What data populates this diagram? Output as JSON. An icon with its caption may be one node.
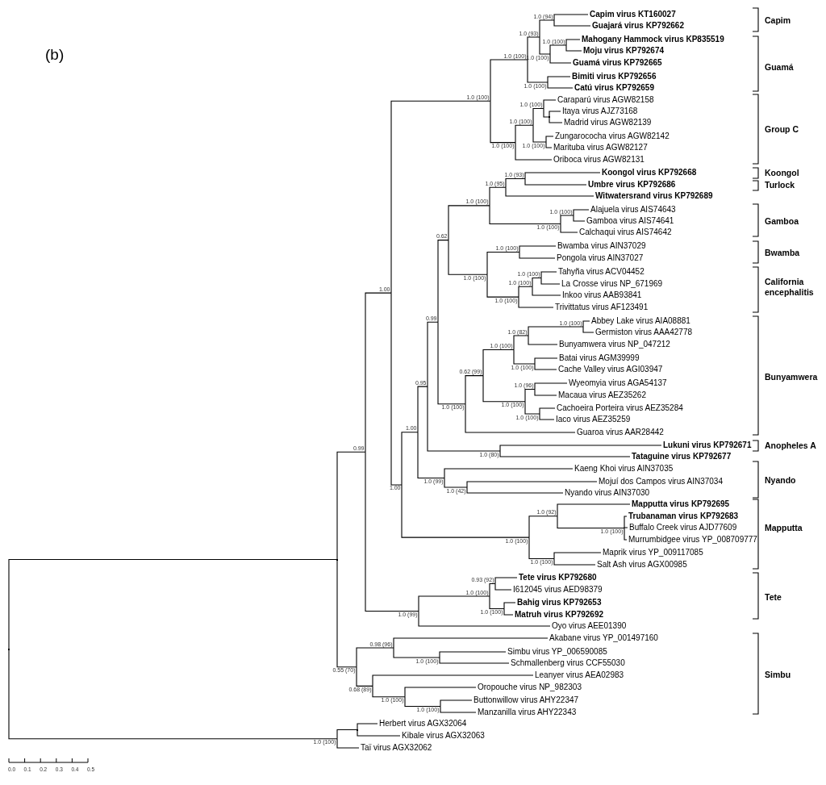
{
  "diagram": {
    "nodes": [
      {
        "text": [],
        "shape": "point"
      },
      {
        "text": [],
        "shape": "point"
      },
      {
        "text": [
          "0.99"
        ]
      },
      {
        "text": [
          "1.00"
        ]
      },
      {
        "text": [
          "1.0 (100)"
        ]
      },
      {
        "text": [
          "1.0 (100)"
        ]
      },
      {
        "text": [
          "1.0 (93)"
        ]
      },
      {
        "text": [
          "1.0 (94)"
        ]
      },
      {
        "text": [
          "**Capim virus KT160027**"
        ]
      },
      {
        "text": [
          "**Guajará virus KP792662**"
        ]
      },
      {
        "text": [
          "1.0 (100)"
        ]
      },
      {
        "text": [
          "1.0 (100)"
        ]
      },
      {
        "text": [
          "**Mahogany Hammock virus KP835519**"
        ]
      },
      {
        "text": [
          "**Moju virus KP792674**"
        ]
      },
      {
        "text": [
          "**Guamá virus KP792665**"
        ]
      },
      {
        "text": [
          "1.0 (100)"
        ]
      },
      {
        "text": [
          "**Bimiti virus KP792656**"
        ]
      },
      {
        "text": [
          "**Catú virus KP792659**"
        ]
      },
      {
        "text": [
          "1.0 (100)"
        ]
      },
      {
        "text": [
          "1.0 (100)"
        ]
      },
      {
        "text": [
          "1.0 (100)"
        ]
      },
      {
        "text": [
          "Caraparú virus AGW82158"
        ]
      },
      {
        "text": [],
        "shape": "point"
      },
      {
        "text": [
          "Itaya virus AJZ73168"
        ]
      },
      {
        "text": [
          "Madrid virus AGW82139"
        ]
      },
      {
        "text": [
          "1.0 (100)"
        ]
      },
      {
        "text": [
          "Zungarococha virus AGW82142"
        ]
      },
      {
        "text": [
          "Marituba virus AGW82127"
        ]
      },
      {
        "text": [
          "Oriboca virus AGW82131"
        ]
      },
      {
        "text": [
          "1.00"
        ]
      },
      {
        "text": [
          "1.00"
        ]
      },
      {
        "text": [
          "0.95"
        ]
      },
      {
        "text": [
          "0.99"
        ]
      },
      {
        "text": [
          "0.62"
        ]
      },
      {
        "text": [
          "1.0 (100)"
        ]
      },
      {
        "text": [
          "1.0 (95)"
        ]
      },
      {
        "text": [
          "1.0 (93)"
        ]
      },
      {
        "text": [
          "**Koongol virus KP792668**"
        ]
      },
      {
        "text": [
          "**Umbre virus KP792686**"
        ]
      },
      {
        "text": [
          "**Witwatersrand virus KP792689**"
        ]
      },
      {
        "text": [
          "1.0 (100)"
        ]
      },
      {
        "text": [
          "1.0 (100)"
        ]
      },
      {
        "text": [
          "Alajuela virus AIS74643"
        ]
      },
      {
        "text": [
          "Gamboa virus AIS74641"
        ]
      },
      {
        "text": [
          "Calchaqui virus AIS74642"
        ]
      },
      {
        "text": [
          "1.0 (100)"
        ]
      },
      {
        "text": [
          "1.0 (100)"
        ]
      },
      {
        "text": [
          "Bwamba virus AIN37029"
        ]
      },
      {
        "text": [
          "Pongola virus AIN37027"
        ]
      },
      {
        "text": [
          "1.0 (100)"
        ]
      },
      {
        "text": [
          "1.0 (100)"
        ]
      },
      {
        "text": [
          "1.0 (100)"
        ]
      },
      {
        "text": [
          "Tahyña virus ACV04452"
        ]
      },
      {
        "text": [
          "La Crosse virus NP_671969"
        ]
      },
      {
        "text": [
          "Inkoo virus AAB93841"
        ]
      },
      {
        "text": [
          "Trivittatus virus AF123491"
        ]
      },
      {
        "text": [
          "1.0 (100)"
        ]
      },
      {
        "text": [
          "0.62 (99)"
        ]
      },
      {
        "text": [
          "1.0 (100)"
        ]
      },
      {
        "text": [
          "1.0 (82)"
        ]
      },
      {
        "text": [
          "1.0 (100)"
        ]
      },
      {
        "text": [
          "Abbey Lake virus AIA08881"
        ]
      },
      {
        "text": [
          "Germiston virus AAA42778"
        ]
      },
      {
        "text": [
          "Bunyamwera virus NP_047212"
        ]
      },
      {
        "text": [
          "1.0 (100)"
        ]
      },
      {
        "text": [
          "Batai virus AGM39999"
        ]
      },
      {
        "text": [
          "Cache Valley virus AGI03947"
        ]
      },
      {
        "text": [
          "1.0 (100)"
        ]
      },
      {
        "text": [
          "1.0 (96)"
        ]
      },
      {
        "text": [
          "Wyeomyia virus AGA54137"
        ]
      },
      {
        "text": [
          "Macaua virus AEZ35262"
        ]
      },
      {
        "text": [
          "1.0 (100)"
        ]
      },
      {
        "text": [
          "Cachoeira Porteira virus AEZ35284"
        ]
      },
      {
        "text": [
          "Iaco virus AEZ35259"
        ]
      },
      {
        "text": [
          "Guaroa virus AAR28442"
        ]
      },
      {
        "text": [
          "1.0 (80)"
        ]
      },
      {
        "text": [
          "**Lukuni virus KP792671**"
        ]
      },
      {
        "text": [
          "**Tataguine virus KP792677**"
        ]
      },
      {
        "text": [
          "1.0 (99)"
        ]
      },
      {
        "text": [
          "Kaeng Khoi virus AIN37035"
        ]
      },
      {
        "text": [
          "1.0 (42)"
        ]
      },
      {
        "text": [
          "Mojuí dos Campos virus AIN37034"
        ]
      },
      {
        "text": [
          "Nyando virus AIN37030"
        ]
      },
      {
        "text": [
          "1.0 (100)"
        ]
      },
      {
        "text": [
          "1.0 (92)"
        ]
      },
      {
        "text": [
          "**Mapputta virus KP792695**"
        ]
      },
      {
        "text": [
          "1.0 (100)"
        ]
      },
      {
        "text": [
          "**Trubanaman virus KP792683**"
        ]
      },
      {
        "text": [
          "Buffalo Creek virus AJD77609"
        ]
      },
      {
        "text": [
          "Murrumbidgee virus YP_008709777"
        ]
      },
      {
        "text": [
          "1.0 (100)"
        ]
      },
      {
        "text": [
          "Maprik virus YP_009117085"
        ]
      },
      {
        "text": [
          "Salt Ash virus AGX00985"
        ]
      },
      {
        "text": [
          "1.0 (99)"
        ]
      },
      {
        "text": [
          "1.0 (100)"
        ]
      },
      {
        "text": [
          "0.93 (92)"
        ]
      },
      {
        "text": [
          "**Tete virus KP792680**"
        ]
      },
      {
        "text": [
          "I612045 virus AED98379"
        ]
      },
      {
        "text": [
          "1.0 (100)"
        ]
      },
      {
        "text": [
          "**Bahig virus KP792653**"
        ]
      },
      {
        "text": [
          "**Matruh virus KP792692**"
        ]
      },
      {
        "text": [
          "Oyo virus AEE01390"
        ]
      },
      {
        "text": [
          "0.55 (70)"
        ]
      },
      {
        "text": [
          "0.98 (96)"
        ]
      },
      {
        "text": [
          "Akabane virus YP_001497160"
        ]
      },
      {
        "text": [
          "1.0 (100)"
        ]
      },
      {
        "text": [
          "Simbu virus YP_006590085"
        ]
      },
      {
        "text": [
          "Schmallenberg virus CCF55030"
        ]
      },
      {
        "text": [
          "0.68 (89)"
        ]
      },
      {
        "text": [
          "Leanyer virus AEA02983"
        ]
      },
      {
        "text": [
          "1.0 (100)"
        ]
      },
      {
        "text": [
          "Oropouche virus NP_982303"
        ]
      },
      {
        "text": [
          "1.0 (100)"
        ]
      },
      {
        "text": [
          "Buttonwillow virus AHY22347"
        ]
      },
      {
        "text": [
          "Manzanilla virus AHY22343"
        ]
      },
      {
        "text": [
          "1.0 (100)"
        ]
      },
      {
        "text": [],
        "shape": "point"
      },
      {
        "text": [
          "Herbert virus AGX32064"
        ]
      },
      {
        "text": [
          "Kibale virus AGX32063"
        ]
      },
      {
        "text": [
          "Taï virus AGX32062"
        ]
      }
    ],
    "edges": [
      {
        "from": 0,
        "to": 1,
        "arrow": "none"
      },
      {
        "from": 0,
        "to": 115,
        "arrow": "none"
      },
      {
        "from": 1,
        "to": 2,
        "arrow": "none"
      },
      {
        "from": 1,
        "to": 102,
        "arrow": "none"
      },
      {
        "from": 2,
        "to": 3,
        "arrow": "none"
      },
      {
        "from": 2,
        "to": 93,
        "arrow": "none"
      },
      {
        "from": 3,
        "to": 4,
        "arrow": "none"
      },
      {
        "from": 3,
        "to": 29,
        "arrow": "none"
      },
      {
        "from": 4,
        "to": 5,
        "arrow": "none"
      },
      {
        "from": 4,
        "to": 18,
        "arrow": "none"
      },
      {
        "from": 5,
        "to": 6,
        "arrow": "none"
      },
      {
        "from": 5,
        "to": 15,
        "arrow": "none"
      },
      {
        "from": 6,
        "to": 7,
        "arrow": "none"
      },
      {
        "from": 6,
        "to": 10,
        "arrow": "none"
      },
      {
        "from": 7,
        "to": 8,
        "arrow": "none"
      },
      {
        "from": 7,
        "to": 9,
        "arrow": "none"
      },
      {
        "from": 10,
        "to": 11,
        "arrow": "none"
      },
      {
        "from": 10,
        "to": 14,
        "arrow": "none"
      },
      {
        "from": 11,
        "to": 12,
        "arrow": "none"
      },
      {
        "from": 11,
        "to": 13,
        "arrow": "none"
      },
      {
        "from": 15,
        "to": 16,
        "arrow": "none"
      },
      {
        "from": 15,
        "to": 17,
        "arrow": "none"
      },
      {
        "from": 18,
        "to": 19,
        "arrow": "none"
      },
      {
        "from": 18,
        "to": 28,
        "arrow": "none"
      },
      {
        "from": 19,
        "to": 20,
        "arrow": "none"
      },
      {
        "from": 19,
        "to": 25,
        "arrow": "none"
      },
      {
        "from": 20,
        "to": 21,
        "arrow": "none"
      },
      {
        "from": 20,
        "to": 22,
        "arrow": "none"
      },
      {
        "from": 22,
        "to": 23,
        "arrow": "none"
      },
      {
        "from": 22,
        "to": 24,
        "arrow": "none"
      },
      {
        "from": 25,
        "to": 26,
        "arrow": "none"
      },
      {
        "from": 25,
        "to": 27,
        "arrow": "none"
      },
      {
        "from": 29,
        "to": 30,
        "arrow": "none"
      },
      {
        "from": 29,
        "to": 83,
        "arrow": "none"
      },
      {
        "from": 30,
        "to": 31,
        "arrow": "none"
      },
      {
        "from": 30,
        "to": 78,
        "arrow": "none"
      },
      {
        "from": 31,
        "to": 32,
        "arrow": "none"
      },
      {
        "from": 31,
        "to": 75,
        "arrow": "none"
      },
      {
        "from": 32,
        "to": 33,
        "arrow": "none"
      },
      {
        "from": 32,
        "to": 56,
        "arrow": "none"
      },
      {
        "from": 33,
        "to": 34,
        "arrow": "none"
      },
      {
        "from": 33,
        "to": 45,
        "arrow": "none"
      },
      {
        "from": 34,
        "to": 35,
        "arrow": "none"
      },
      {
        "from": 34,
        "to": 40,
        "arrow": "none"
      },
      {
        "from": 35,
        "to": 36,
        "arrow": "none"
      },
      {
        "from": 35,
        "to": 39,
        "arrow": "none"
      },
      {
        "from": 36,
        "to": 37,
        "arrow": "none"
      },
      {
        "from": 36,
        "to": 38,
        "arrow": "none"
      },
      {
        "from": 40,
        "to": 41,
        "arrow": "none"
      },
      {
        "from": 40,
        "to": 44,
        "arrow": "none"
      },
      {
        "from": 41,
        "to": 42,
        "arrow": "none"
      },
      {
        "from": 41,
        "to": 43,
        "arrow": "none"
      },
      {
        "from": 45,
        "to": 46,
        "arrow": "none"
      },
      {
        "from": 45,
        "to": 49,
        "arrow": "none"
      },
      {
        "from": 46,
        "to": 47,
        "arrow": "none"
      },
      {
        "from": 46,
        "to": 48,
        "arrow": "none"
      },
      {
        "from": 49,
        "to": 50,
        "arrow": "none"
      },
      {
        "from": 49,
        "to": 55,
        "arrow": "none"
      },
      {
        "from": 50,
        "to": 51,
        "arrow": "none"
      },
      {
        "from": 50,
        "to": 54,
        "arrow": "none"
      },
      {
        "from": 51,
        "to": 52,
        "arrow": "none"
      },
      {
        "from": 51,
        "to": 53,
        "arrow": "none"
      },
      {
        "from": 56,
        "to": 57,
        "arrow": "none"
      },
      {
        "from": 56,
        "to": 74,
        "arrow": "none"
      },
      {
        "from": 57,
        "to": 58,
        "arrow": "none"
      },
      {
        "from": 57,
        "to": 67,
        "arrow": "none"
      },
      {
        "from": 58,
        "to": 59,
        "arrow": "none"
      },
      {
        "from": 58,
        "to": 64,
        "arrow": "none"
      },
      {
        "from": 59,
        "to": 60,
        "arrow": "none"
      },
      {
        "from": 59,
        "to": 63,
        "arrow": "none"
      },
      {
        "from": 60,
        "to": 61,
        "arrow": "none"
      },
      {
        "from": 60,
        "to": 62,
        "arrow": "none"
      },
      {
        "from": 64,
        "to": 65,
        "arrow": "none"
      },
      {
        "from": 64,
        "to": 66,
        "arrow": "none"
      },
      {
        "from": 67,
        "to": 68,
        "arrow": "none"
      },
      {
        "from": 67,
        "to": 71,
        "arrow": "none"
      },
      {
        "from": 68,
        "to": 69,
        "arrow": "none"
      },
      {
        "from": 68,
        "to": 70,
        "arrow": "none"
      },
      {
        "from": 71,
        "to": 72,
        "arrow": "none"
      },
      {
        "from": 71,
        "to": 73,
        "arrow": "none"
      },
      {
        "from": 75,
        "to": 76,
        "arrow": "none"
      },
      {
        "from": 75,
        "to": 77,
        "arrow": "none"
      },
      {
        "from": 78,
        "to": 79,
        "arrow": "none"
      },
      {
        "from": 78,
        "to": 80,
        "arrow": "none"
      },
      {
        "from": 80,
        "to": 81,
        "arrow": "none"
      },
      {
        "from": 80,
        "to": 82,
        "arrow": "none"
      },
      {
        "from": 83,
        "to": 84,
        "arrow": "none"
      },
      {
        "from": 83,
        "to": 90,
        "arrow": "none"
      },
      {
        "from": 84,
        "to": 85,
        "arrow": "none"
      },
      {
        "from": 84,
        "to": 86,
        "arrow": "none"
      },
      {
        "from": 86,
        "to": 87,
        "arrow": "none"
      },
      {
        "from": 86,
        "to": 88,
        "arrow": "none"
      },
      {
        "from": 86,
        "to": 89,
        "arrow": "none"
      },
      {
        "from": 90,
        "to": 91,
        "arrow": "none"
      },
      {
        "from": 90,
        "to": 92,
        "arrow": "none"
      },
      {
        "from": 93,
        "to": 94,
        "arrow": "none"
      },
      {
        "from": 93,
        "to": 101,
        "arrow": "none"
      },
      {
        "from": 94,
        "to": 95,
        "arrow": "none"
      },
      {
        "from": 94,
        "to": 98,
        "arrow": "none"
      },
      {
        "from": 95,
        "to": 96,
        "arrow": "none"
      },
      {
        "from": 95,
        "to": 97,
        "arrow": "none"
      },
      {
        "from": 98,
        "to": 99,
        "arrow": "none"
      },
      {
        "from": 98,
        "to": 100,
        "arrow": "none"
      },
      {
        "from": 102,
        "to": 103,
        "arrow": "none"
      },
      {
        "from": 102,
        "to": 108,
        "arrow": "none"
      },
      {
        "from": 103,
        "to": 104,
        "arrow": "none"
      },
      {
        "from": 103,
        "to": 105,
        "arrow": "none"
      },
      {
        "from": 105,
        "to": 106,
        "arrow": "none"
      },
      {
        "from": 105,
        "to": 107,
        "arrow": "none"
      },
      {
        "from": 108,
        "to": 109,
        "arrow": "none"
      },
      {
        "from": 108,
        "to": 110,
        "arrow": "none"
      },
      {
        "from": 110,
        "to": 111,
        "arrow": "none"
      },
      {
        "from": 110,
        "to": 112,
        "arrow": "none"
      },
      {
        "from": 112,
        "to": 113,
        "arrow": "none"
      },
      {
        "from": 112,
        "to": 114,
        "arrow": "none"
      },
      {
        "from": 115,
        "to": 116,
        "arrow": "none"
      },
      {
        "from": 115,
        "to": 119,
        "arrow": "none"
      },
      {
        "from": 116,
        "to": 117,
        "arrow": "none"
      },
      {
        "from": 116,
        "to": 118,
        "arrow": "none"
      }
    ],
    "labels": [
      "(b)",
      "Capim",
      "Guamá",
      "Group C",
      "Koongol",
      "Turlock",
      "Gamboa",
      "Bwamba",
      "California encephalitis",
      "Bunyamwera",
      "Anopheles A",
      "Nyando",
      "Mapputta",
      "Tete",
      "Simbu",
      "0.0",
      "0.1",
      "0.2",
      "0.3",
      "0.4",
      "0.5"
    ]
  }
}
